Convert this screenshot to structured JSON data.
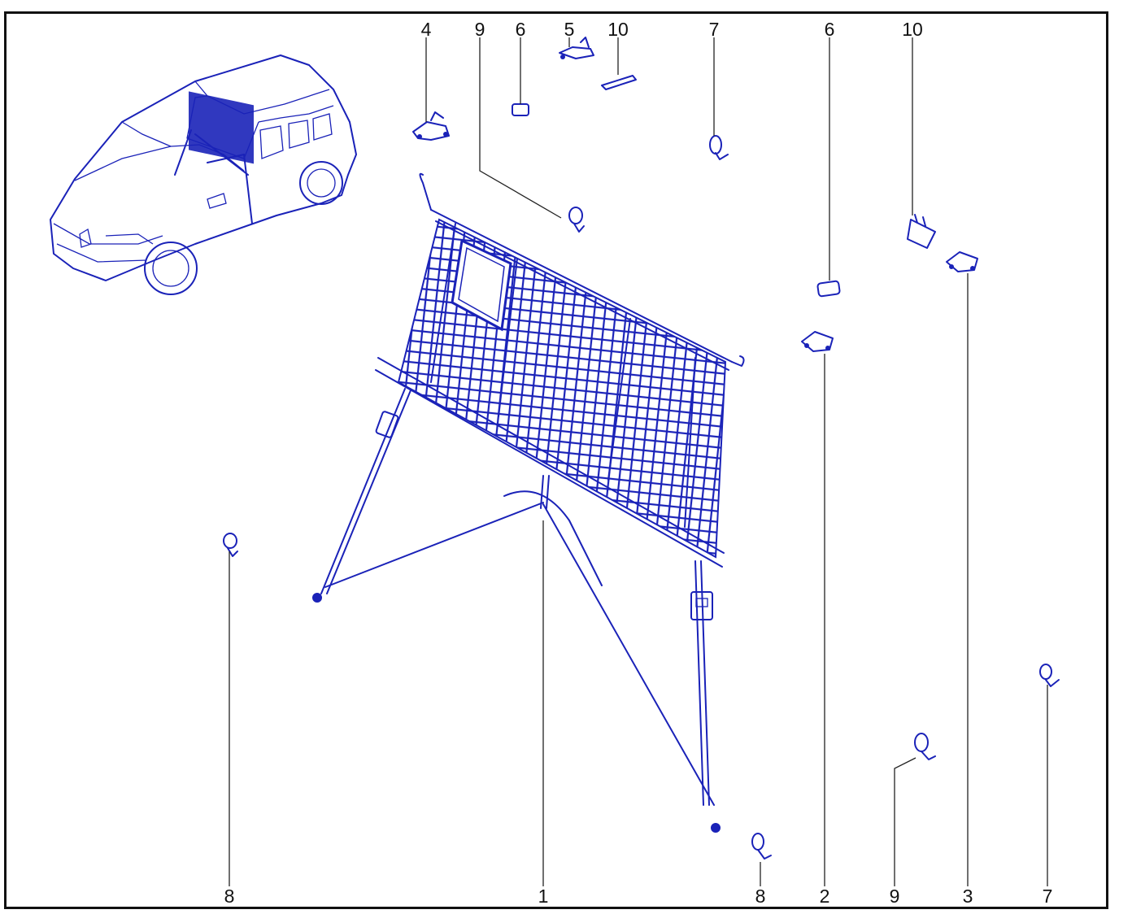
{
  "diagram": {
    "colors": {
      "ink": "#1a22b8",
      "frame": "#111111",
      "background": "#ffffff"
    },
    "callouts": [
      {
        "id": "4-top",
        "label": "4"
      },
      {
        "id": "9-top",
        "label": "9"
      },
      {
        "id": "6-top",
        "label": "6"
      },
      {
        "id": "5-top",
        "label": "5"
      },
      {
        "id": "10-top",
        "label": "10"
      },
      {
        "id": "7-top",
        "label": "7"
      },
      {
        "id": "6-right",
        "label": "6"
      },
      {
        "id": "10-right",
        "label": "10"
      },
      {
        "id": "8-bottom-left",
        "label": "8"
      },
      {
        "id": "1-bottom",
        "label": "1"
      },
      {
        "id": "8-bottom",
        "label": "8"
      },
      {
        "id": "2-bottom",
        "label": "2"
      },
      {
        "id": "9-bottom",
        "label": "9"
      },
      {
        "id": "3-bottom",
        "label": "3"
      },
      {
        "id": "7-bottom",
        "label": "7"
      }
    ],
    "parts": [
      {
        "icon": "vehicle-overview-icon"
      },
      {
        "icon": "luggage-net-icon"
      },
      {
        "icon": "anchor-ring-icon"
      },
      {
        "icon": "mounting-bracket-icon"
      },
      {
        "icon": "clip-icon"
      }
    ]
  }
}
